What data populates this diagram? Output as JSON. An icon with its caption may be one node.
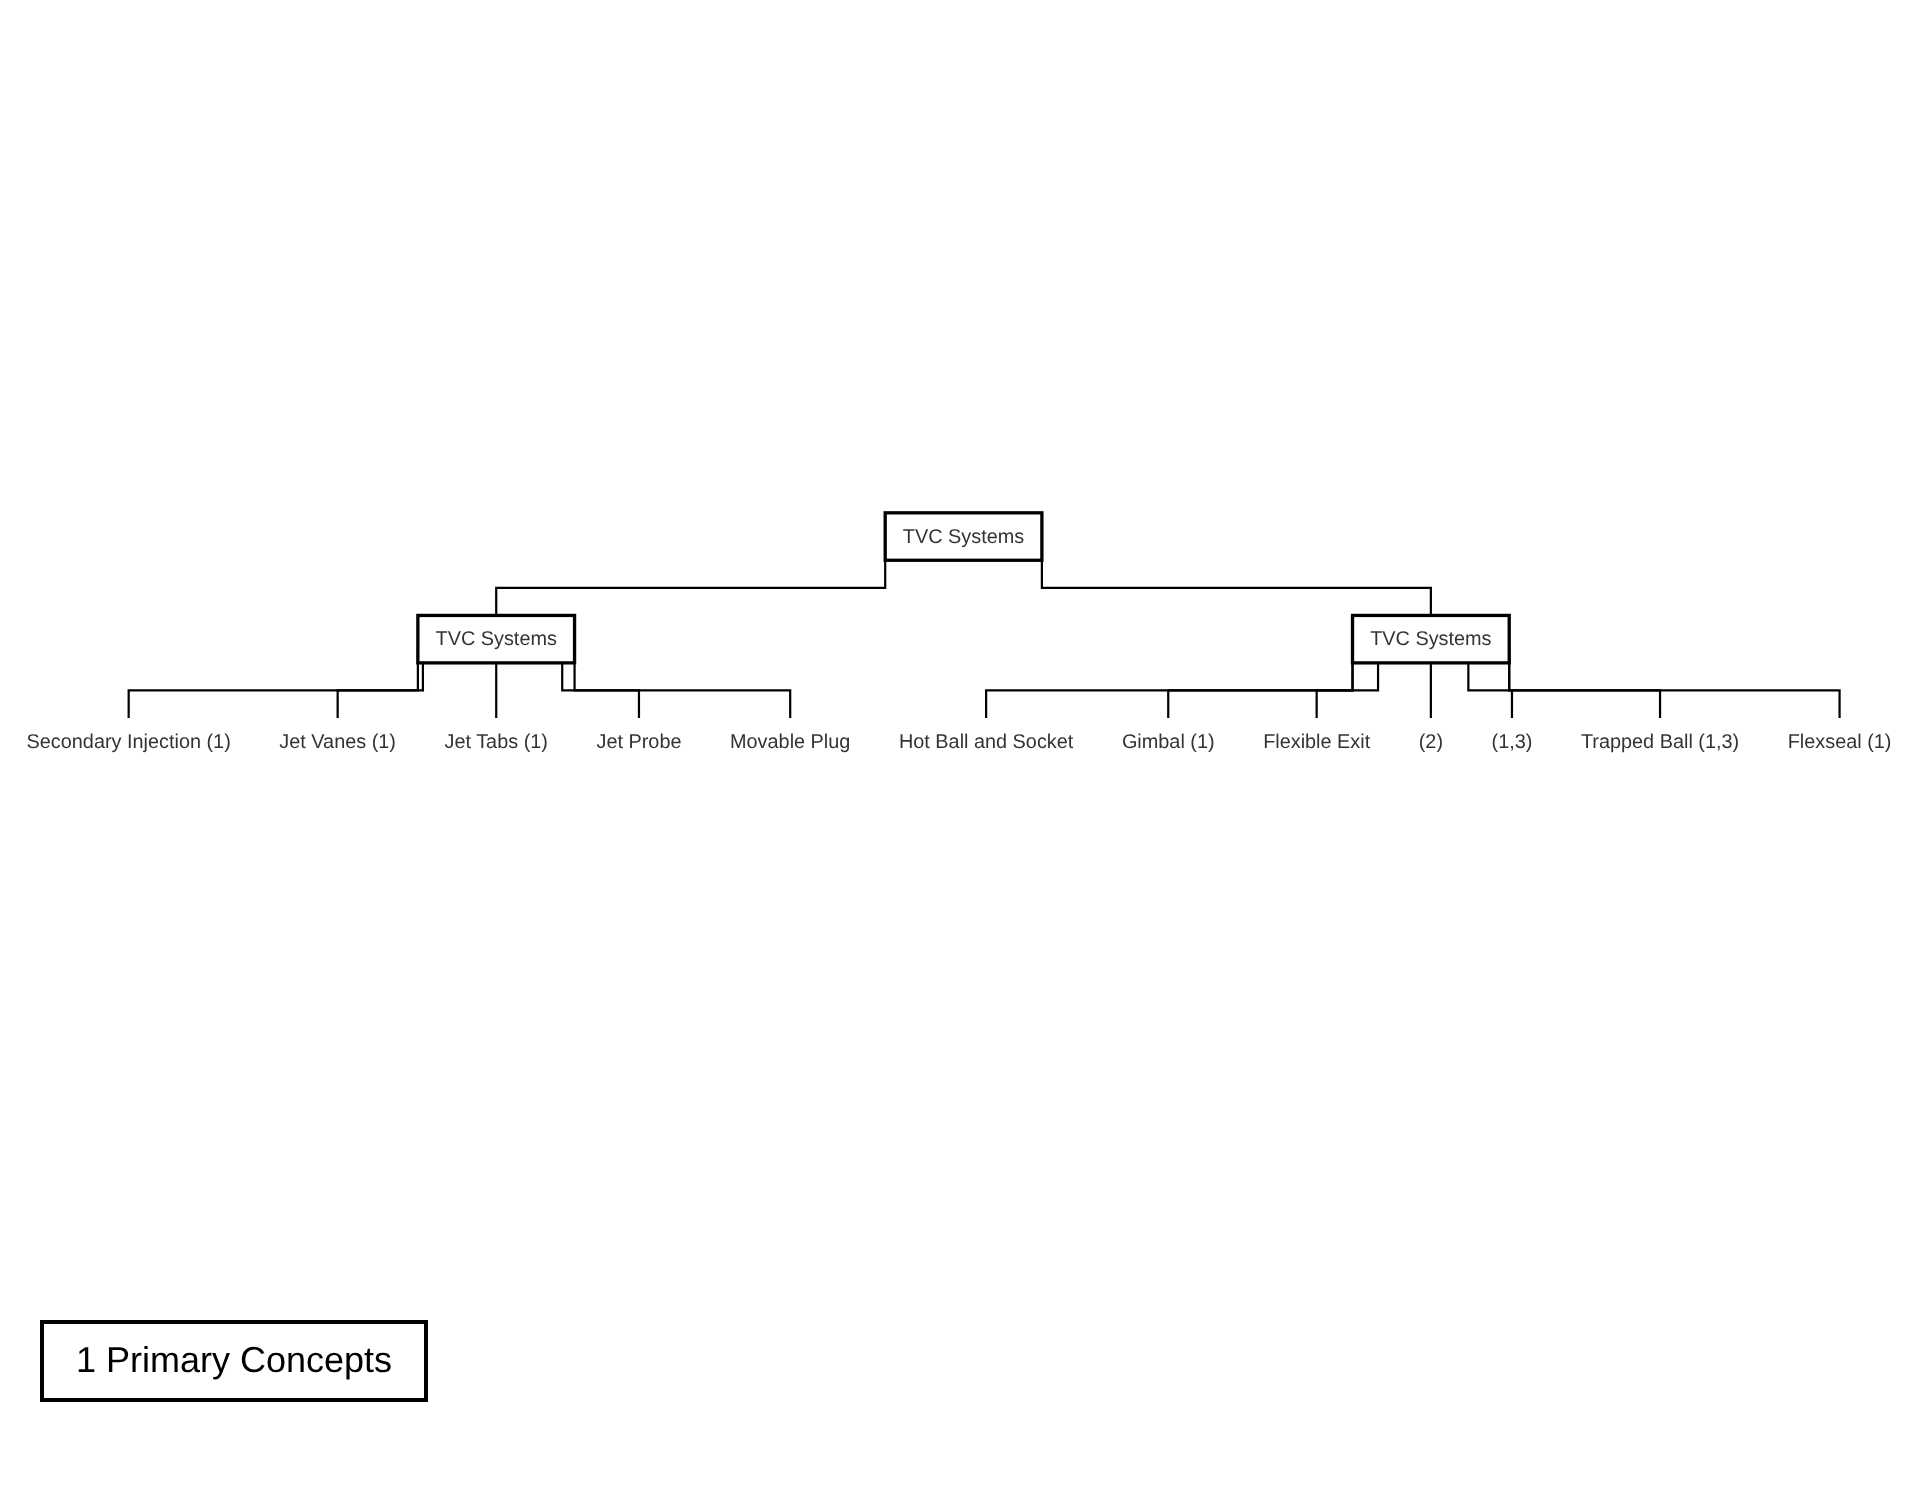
{
  "diagram": {
    "nodes": [
      {
        "text": [
          "TVC Systems"
        ]
      },
      {
        "text": [
          "TVC Systems"
        ]
      },
      {
        "text": [
          "TVC Systems"
        ]
      },
      {
        "text": [
          "Secondary Injection (1)"
        ]
      },
      {
        "text": [
          "Jet Vanes (1)"
        ]
      },
      {
        "text": [
          "Jet Tabs (1)"
        ]
      },
      {
        "text": [
          "Jet Probe"
        ]
      },
      {
        "text": [
          "Movable Plug"
        ]
      },
      {
        "text": [
          "Hot Ball and Socket"
        ]
      },
      {
        "text": [
          "Gimbal (1)"
        ]
      },
      {
        "text": [
          "Flexible Exit"
        ]
      },
      {
        "text": [
          "(2)"
        ]
      },
      {
        "text": [
          "(1,3)"
        ]
      },
      {
        "text": [
          "Trapped Ball (1,3)"
        ]
      },
      {
        "text": [
          "Flexseal (1)"
        ]
      }
    ],
    "edges": [
      {
        "from": 0,
        "to": 1,
        "arrow": "none"
      },
      {
        "from": 0,
        "to": 2,
        "arrow": "none"
      },
      {
        "from": 1,
        "to": 3,
        "arrow": "none"
      },
      {
        "from": 1,
        "to": 4,
        "arrow": "none"
      },
      {
        "from": 1,
        "to": 5,
        "arrow": "none"
      },
      {
        "from": 1,
        "to": 6,
        "arrow": "none"
      },
      {
        "from": 1,
        "to": 7,
        "arrow": "none"
      },
      {
        "from": 2,
        "to": 8,
        "arrow": "none"
      },
      {
        "from": 2,
        "to": 9,
        "arrow": "none"
      },
      {
        "from": 2,
        "to": 10,
        "arrow": "none"
      },
      {
        "from": 2,
        "to": 11,
        "arrow": "none"
      },
      {
        "from": 2,
        "to": 12,
        "arrow": "none"
      },
      {
        "from": 2,
        "to": 13,
        "arrow": "none"
      },
      {
        "from": 2,
        "to": 14,
        "arrow": "none"
      }
    ],
    "labels": [
      "1 Primary Concepts"
    ]
  }
}
